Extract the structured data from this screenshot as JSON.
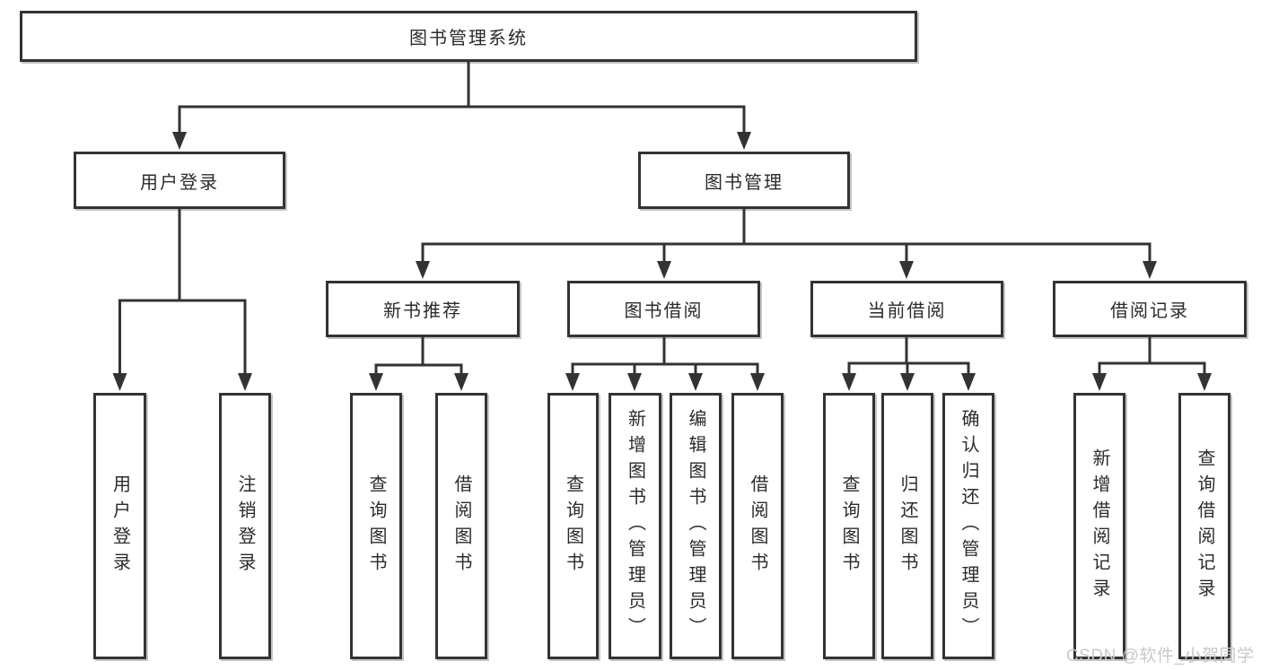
{
  "colors": {
    "background": "#ffffff",
    "line": "#333333",
    "box_border": "#333333",
    "box_fill": "#ffffff",
    "text": "#2b2b2b",
    "watermark": "#c9c9c9"
  },
  "watermark": "CSDN @软件_小贺同学",
  "tree": {
    "root": {
      "label": "图书管理系统"
    },
    "branches": [
      {
        "label": "用户登录",
        "children": [
          {
            "label": "用户登录"
          },
          {
            "label": "注销登录"
          }
        ]
      },
      {
        "label": "图书管理",
        "children": [
          {
            "label": "新书推荐",
            "children": [
              {
                "label": "查询图书"
              },
              {
                "label": "借阅图书"
              }
            ]
          },
          {
            "label": "图书借阅",
            "children": [
              {
                "label": "查询图书"
              },
              {
                "label": "新增图书（管理员）"
              },
              {
                "label": "编辑图书（管理员）"
              },
              {
                "label": "借阅图书"
              }
            ]
          },
          {
            "label": "当前借阅",
            "children": [
              {
                "label": "查询图书"
              },
              {
                "label": "归还图书"
              },
              {
                "label": "确认归还（管理员）"
              }
            ]
          },
          {
            "label": "借阅记录",
            "children": [
              {
                "label": "新增借阅记录"
              },
              {
                "label": "查询借阅记录"
              }
            ]
          }
        ]
      }
    ]
  }
}
